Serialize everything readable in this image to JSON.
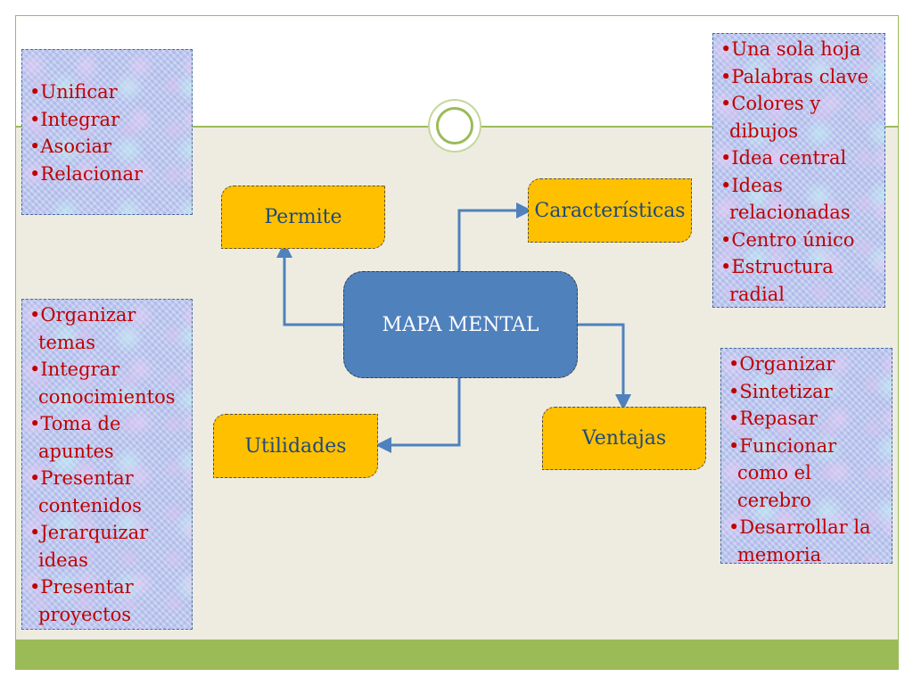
{
  "diagram": {
    "center": {
      "label": "MAPA MENTAL"
    },
    "nodes": {
      "permite": "Permite",
      "caracteristicas": "Características",
      "utilidades": "Utilidades",
      "ventajas": "Ventajas"
    },
    "lists": {
      "permite": [
        "Unificar",
        "Integrar",
        "Asociar",
        "Relacionar"
      ],
      "caracteristicas": [
        "Una sola hoja",
        "Palabras clave",
        "Colores  y dibujos",
        "Idea central",
        "Ideas relacionadas",
        "Centro único",
        "Estructura radial"
      ],
      "utilidades": [
        "Organizar temas",
        "Integrar conocimientos",
        "Toma de apuntes",
        "Presentar contenidos",
        "Jerarquizar ideas",
        "Presentar proyectos"
      ],
      "ventajas": [
        "Organizar",
        "Sintetizar",
        "Repasar",
        "Funcionar como el cerebro",
        "Desarrollar la memoria"
      ]
    },
    "colors": {
      "center_fill": "#4f81bd",
      "node_fill": "#ffc000",
      "node_text": "#1f497d",
      "list_text": "#c00000",
      "connector": "#4f81bd",
      "accent_green": "#9bbb59"
    }
  }
}
